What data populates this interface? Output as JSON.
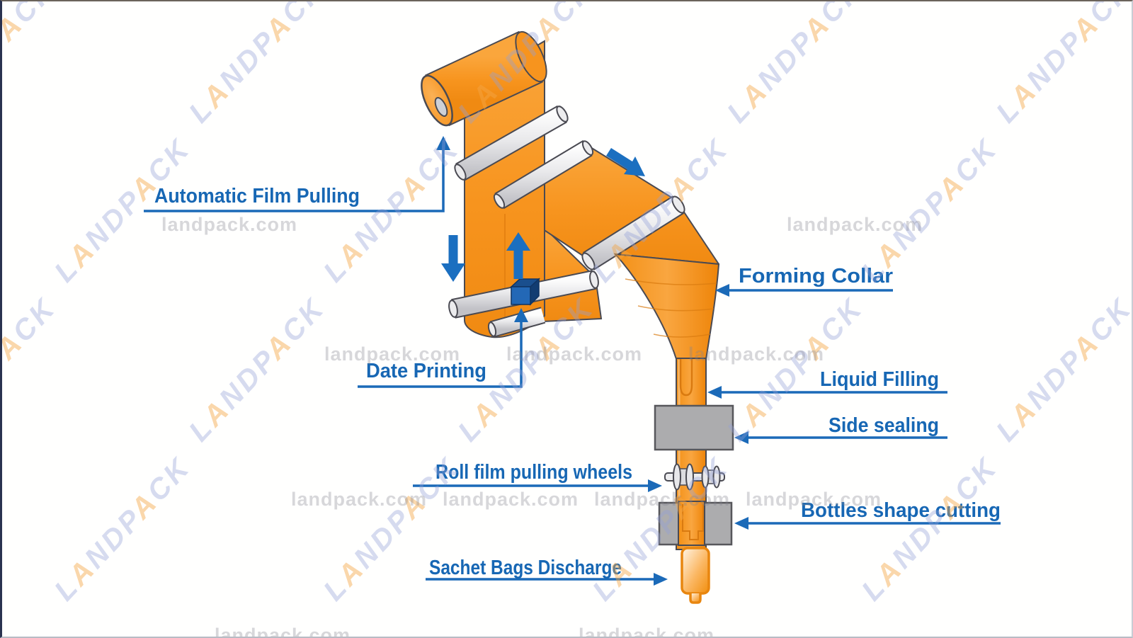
{
  "watermark": {
    "brand": "LANDPACK",
    "url": "landpack.com"
  },
  "labels": {
    "automatic_film_pulling": "Automatic Film Pulling",
    "forming_collar": "Forming Collar",
    "date_printing": "Date Printing",
    "liquid_filling": "Liquid Filling",
    "side_sealing": "Side sealing",
    "roll_film_pulling_wheels": "Roll film pulling wheels",
    "bottles_shape_cutting": "Bottles shape cutting",
    "sachet_bags_discharge": "Sachet Bags Discharge"
  },
  "parts": [
    "film-roll",
    "guide-rollers",
    "film-web",
    "date-printer-cube",
    "forming-collar",
    "filling-tube",
    "liquid-nozzle",
    "side-sealing-block",
    "film-pulling-wheels",
    "cutting-block",
    "sachet-bag"
  ],
  "colors": {
    "machine_orange": "#F7941E",
    "orange_edge": "#E07C0E",
    "label_blue": "#1767B4",
    "arrow_blue": "#1B6FC0",
    "cube_blue": "#2368B6",
    "roller_gray": "#D9D9DC",
    "block_gray": "#ACACAE",
    "outline_gray": "#4A4A52",
    "watermark_blue": "#DFE3F4",
    "watermark_gray": "#CFCFD4"
  }
}
